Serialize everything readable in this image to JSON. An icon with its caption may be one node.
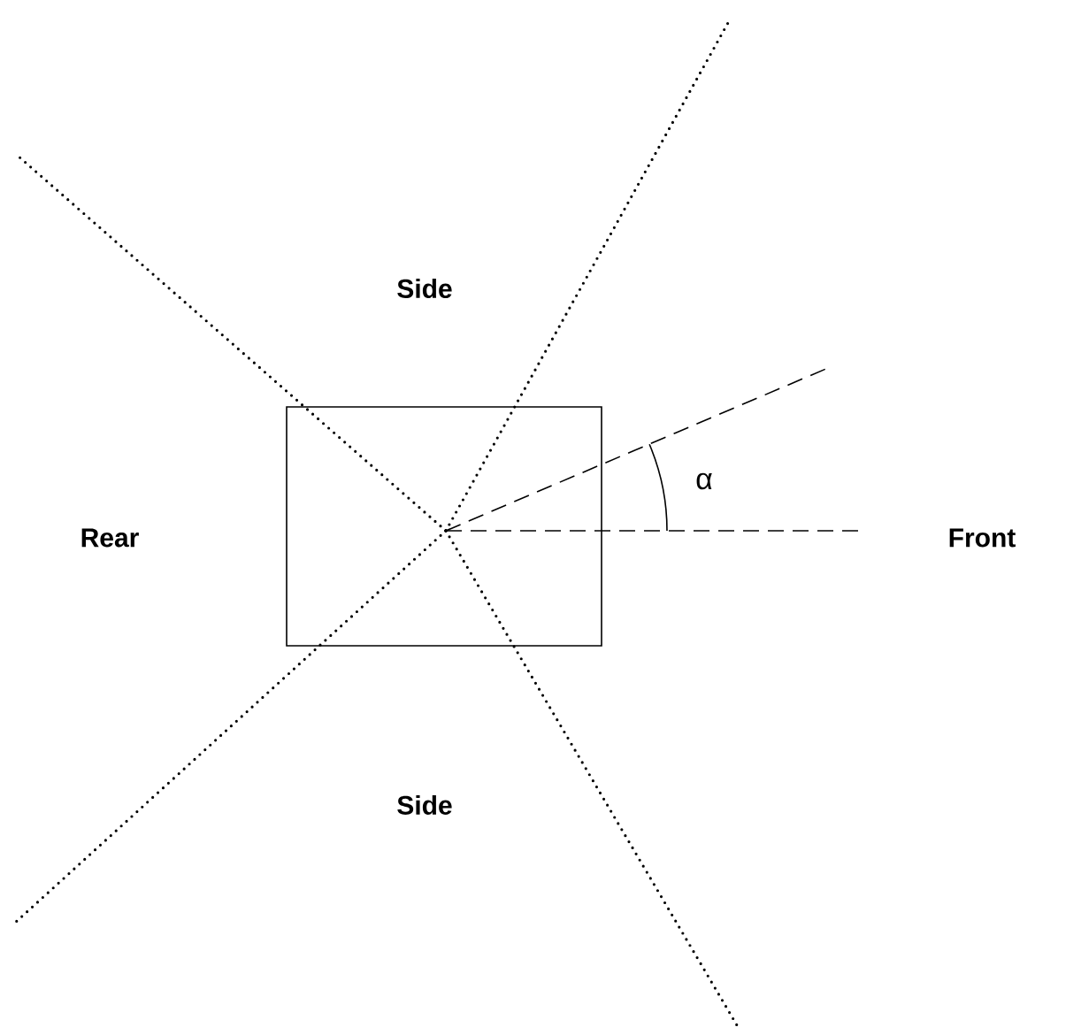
{
  "diagram": {
    "nodes": [
      {
        "text": [],
        "shape": "box"
      }
    ],
    "labels": [
      "Side",
      "α",
      "Rear",
      "Front",
      "Side"
    ]
  }
}
